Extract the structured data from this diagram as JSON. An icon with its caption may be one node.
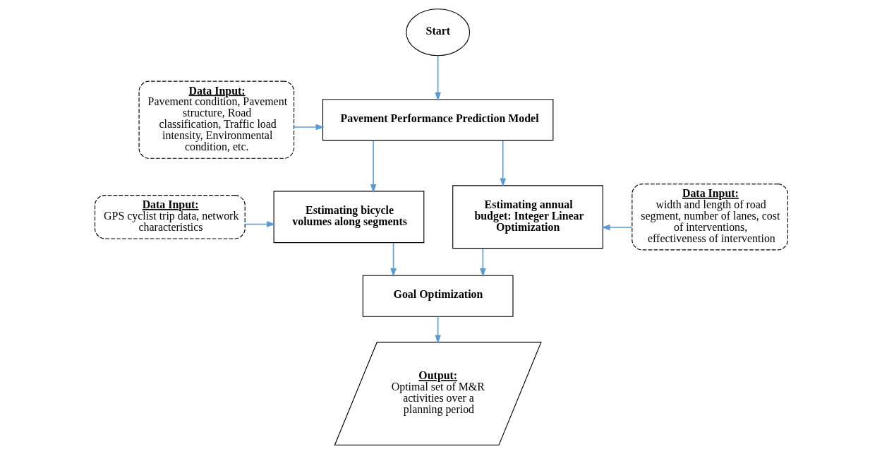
{
  "diagram": {
    "nodes": [
      {
        "text": [
          "Start"
        ]
      },
      {
        "text": [
          "Data Input:",
          "Pavement condition, Pavement structure, Road classification, Traffic load intensity, Environmental condition, etc."
        ]
      },
      {
        "text": [
          "Pavement Performance Prediction Model"
        ]
      },
      {
        "text": [
          "Data Input:",
          "GPS cyclist trip data, network characteristics"
        ]
      },
      {
        "text": [
          "Estimating bicycle volumes along segments"
        ]
      },
      {
        "text": [
          "Estimating annual budget: Integer Linear Optimization"
        ]
      },
      {
        "text": [
          "Data Input:",
          "width and length of road segment, number of lanes, cost of interventions, effectiveness of intervention"
        ]
      },
      {
        "text": [
          "Goal Optimization"
        ]
      },
      {
        "text": [
          "Output:",
          "Optimal set of M&R activities over a planning period"
        ]
      }
    ],
    "edges": [
      {
        "from": 0,
        "to": 2,
        "arrow": "to"
      },
      {
        "from": 1,
        "to": 2,
        "arrow": "to"
      },
      {
        "from": 2,
        "to": 4,
        "arrow": "to"
      },
      {
        "from": 2,
        "to": 5,
        "arrow": "to"
      },
      {
        "from": 3,
        "to": 4,
        "arrow": "to"
      },
      {
        "from": 6,
        "to": 5,
        "arrow": "to"
      },
      {
        "from": 4,
        "to": 7,
        "arrow": "to"
      },
      {
        "from": 5,
        "to": 7,
        "arrow": "to"
      },
      {
        "from": 7,
        "to": 8,
        "arrow": "to"
      }
    ]
  }
}
